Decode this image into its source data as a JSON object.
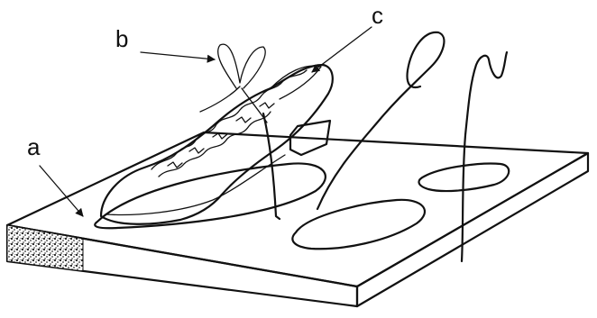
{
  "labels": {
    "a": "a",
    "b": "b",
    "c": "c"
  },
  "colors": {
    "ink": "#111111",
    "paper": "#ffffff",
    "board_edge_texture": "#3a3a3a"
  }
}
